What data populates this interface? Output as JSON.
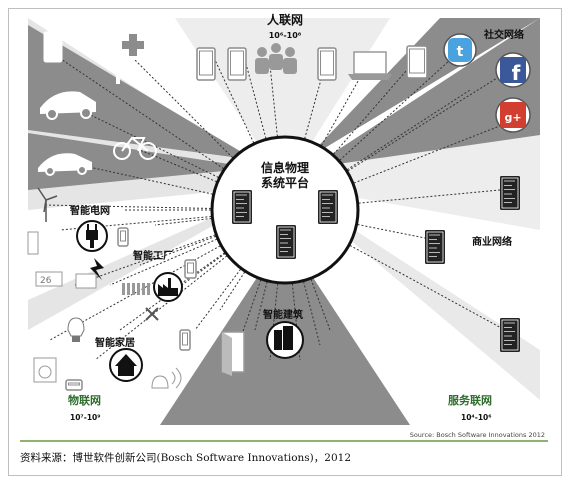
{
  "labels": {
    "people_net": "人联网",
    "people_range": "10⁶-10⁸",
    "social_net": "社交网络",
    "platform_line1": "信息物理",
    "platform_line2": "系统平台",
    "smart_grid": "智能电网",
    "smart_factory": "智能工厂",
    "smart_home": "智能家居",
    "smart_building": "智能建筑",
    "business_net": "商业网络",
    "iot": "物联网",
    "iot_range": "10⁷-10⁹",
    "service_net": "服务联网",
    "service_range": "10⁴-10⁶",
    "source": "Source: Bosch Software Innovations 2012",
    "caption": "资料来源：博世软件创新公司(Bosch Software Innovations)，2012"
  },
  "icons": {
    "phone": "phone-icon",
    "tablet": "tablet-icon",
    "medical": "medical-cross-icon",
    "car": "car-icon",
    "bicycle": "bicycle-icon",
    "people": "people-icon",
    "laptop": "laptop-icon",
    "twitter": "twitter-icon",
    "facebook": "facebook-icon",
    "gplus": "google-plus-icon",
    "server": "server-icon",
    "plug": "plug-icon",
    "factory": "factory-icon",
    "house": "house-icon",
    "building": "building-icon",
    "door": "door-icon",
    "wind": "wind-turbine-icon",
    "bulb": "lightbulb-icon",
    "washer": "washer-icon",
    "siren": "siren-icon"
  },
  "colors": {
    "beam": "#8c8c8c",
    "beam_light": "#e6e6e6",
    "dark": "#222222",
    "accent_green": "#2e6d2e",
    "caption_rule": "#6a9a3a",
    "twitter": "#4aa3df",
    "facebook": "#3b5998",
    "gplus": "#d23f31"
  }
}
